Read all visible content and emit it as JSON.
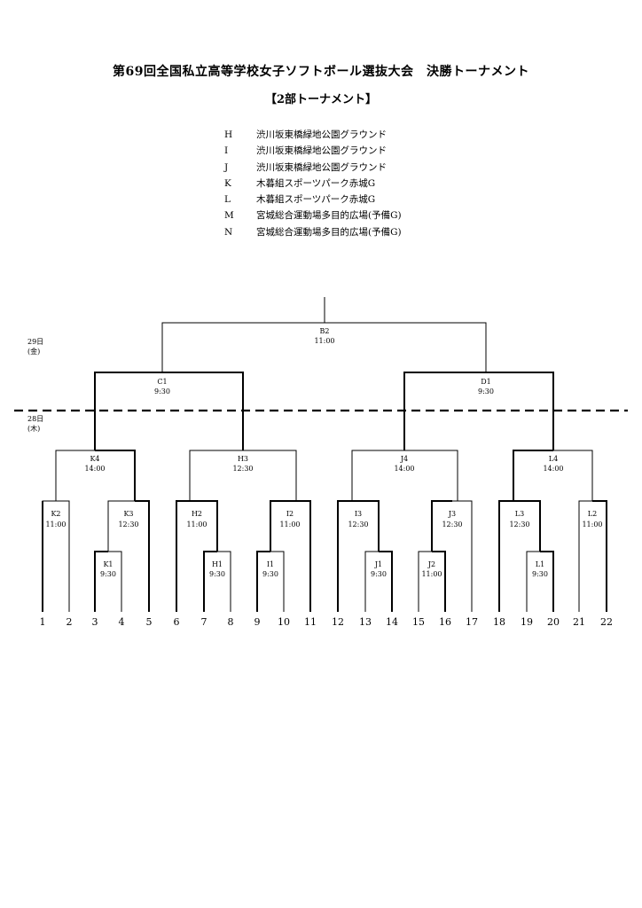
{
  "title": "第69回全国私立高等学校女子ソフトボール選抜大会　決勝トーナメント",
  "subtitle": "【2部トーナメント】",
  "venues": [
    {
      "code": "H",
      "name": "渋川坂東橋緑地公園グラウンド"
    },
    {
      "code": "I",
      "name": "渋川坂東橋緑地公園グラウンド"
    },
    {
      "code": "J",
      "name": "渋川坂東橋緑地公園グラウンド"
    },
    {
      "code": "K",
      "name": "木暮組スポーツパーク赤城G"
    },
    {
      "code": "L",
      "name": "木暮組スポーツパーク赤城G"
    },
    {
      "code": "M",
      "name": "宮城総合運動場多目的広場(予備G)"
    },
    {
      "code": "N",
      "name": "宮城総合運動場多目的広場(予備G)"
    }
  ],
  "days": {
    "day29": {
      "date": "29日",
      "weekday": "(金)"
    },
    "day28": {
      "date": "28日",
      "weekday": "(木)"
    }
  },
  "teams": [
    "1",
    "2",
    "3",
    "4",
    "5",
    "6",
    "7",
    "8",
    "9",
    "10",
    "11",
    "12",
    "13",
    "14",
    "15",
    "16",
    "17",
    "18",
    "19",
    "20",
    "21",
    "22"
  ],
  "matches": [
    {
      "id": "B2",
      "time": "11:00"
    },
    {
      "id": "C1",
      "time": "9:30"
    },
    {
      "id": "D1",
      "time": "9:30"
    },
    {
      "id": "K4",
      "time": "14:00"
    },
    {
      "id": "H3",
      "time": "12:30"
    },
    {
      "id": "J4",
      "time": "14:00"
    },
    {
      "id": "L4",
      "time": "14:00"
    },
    {
      "id": "K2",
      "time": "11:00"
    },
    {
      "id": "K3",
      "time": "12:30"
    },
    {
      "id": "H2",
      "time": "11:00"
    },
    {
      "id": "I2",
      "time": "11:00"
    },
    {
      "id": "I3",
      "time": "12:30"
    },
    {
      "id": "J3",
      "time": "12:30"
    },
    {
      "id": "L3",
      "time": "12:30"
    },
    {
      "id": "L2",
      "time": "11:00"
    },
    {
      "id": "K1",
      "time": "9:30"
    },
    {
      "id": "H1",
      "time": "9:30"
    },
    {
      "id": "I1",
      "time": "9:30"
    },
    {
      "id": "J1",
      "time": "9:30"
    },
    {
      "id": "J2",
      "time": "11:00"
    },
    {
      "id": "L1",
      "time": "9:30"
    }
  ]
}
